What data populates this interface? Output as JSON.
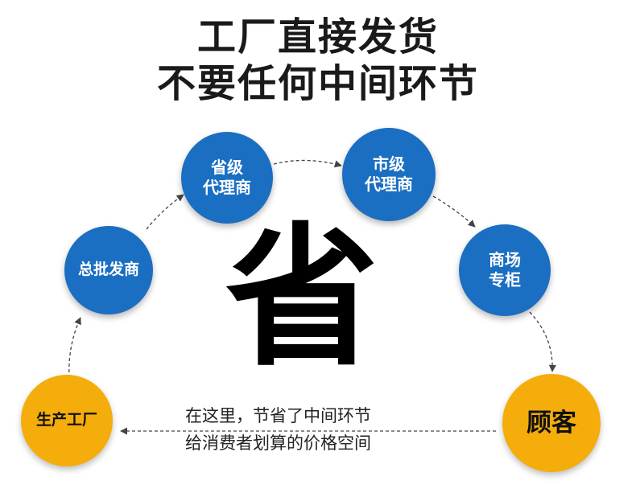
{
  "title": {
    "line1": "工厂直接发货",
    "line2": "不要任何中间环节"
  },
  "nodes": {
    "factory": {
      "label": "生产工厂",
      "color": "#f5ad0b"
    },
    "wholesaler": {
      "label": "总批发商",
      "color": "#1a6fc2"
    },
    "provincial_agent": {
      "line1": "省级",
      "line2": "代理商",
      "color": "#1a6fc2"
    },
    "city_agent": {
      "line1": "市级",
      "line2": "代理商",
      "color": "#1a6fc2"
    },
    "mall_counter": {
      "line1": "商场",
      "line2": "专柜",
      "color": "#1a6fc2"
    },
    "customer": {
      "label": "顾客",
      "color": "#f5ad0b"
    }
  },
  "center_char": "省",
  "caption": {
    "line1": "在这里，节省了中间环节",
    "line2": "给消费者划算的价格空间"
  }
}
